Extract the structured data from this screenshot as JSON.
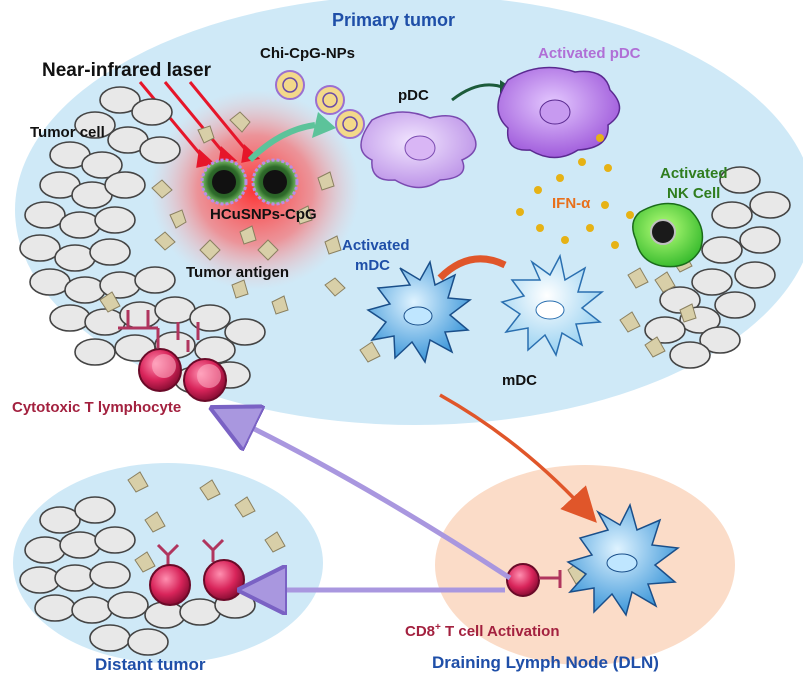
{
  "labels": {
    "primary_tumor": "Primary tumor",
    "laser": "Near-infrared laser",
    "nps": "Chi-CpG-NPs",
    "pdc": "pDC",
    "activated_pdc": "Activated pDC",
    "tumor_cell": "Tumor cell",
    "hcusnps": "HCuSNPs-CpG",
    "ifn": "IFN-α",
    "activated_nk_1": "Activated",
    "activated_nk_2": "NK Cell",
    "activated_mdc_1": "Activated",
    "activated_mdc_2": "mDC",
    "tumor_antigen": "Tumor antigen",
    "mdc": "mDC",
    "ctl": "Cytotoxic T lymphocyte",
    "cd8_main": "CD8",
    "cd8_sup": "+",
    "cd8_rest": " T cell Activation",
    "distant": "Distant tumor",
    "dln": "Draining Lymph Node (DLN)"
  },
  "colors": {
    "tumor_bg": "#cfe9f7",
    "dln_bg": "#fbdcc8",
    "dark_blue": "#1f4fa8",
    "crimson": "#a3213f",
    "purple": "#b06fd6",
    "orange": "#e8701c",
    "green_label": "#2f7d1e",
    "arrow_purple": "#b9a7e3",
    "arrow_orange": "#e0562a"
  }
}
